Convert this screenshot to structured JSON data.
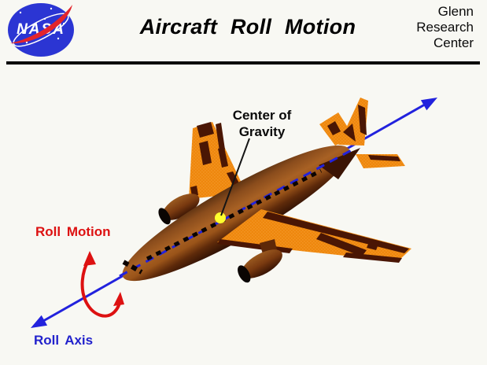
{
  "header": {
    "title": "Aircraft Roll Motion",
    "org_name": "Glenn\nResearch\nCenter",
    "logo_text": "NASA"
  },
  "diagram": {
    "subject": "airliner shown in 3D with roll axis through fuselage",
    "labels": {
      "center_of_gravity": "Center of Gravity",
      "roll_motion": "Roll Motion",
      "roll_axis": "Roll Axis"
    },
    "colors": {
      "axis_blue": "#2222DD",
      "label_blue": "#2222CC",
      "roll_red": "#DD1111",
      "wing_orange": "#EE870D",
      "wing_orange_dot": "#F9A43C",
      "dark_brown": "#4A1604",
      "fuselage_brown": "#A86124",
      "cg_yellow": "#FFFF2E",
      "nasa_blue": "#2B35D3",
      "nasa_red": "#E3242C",
      "background": "#F8F8F3"
    }
  }
}
